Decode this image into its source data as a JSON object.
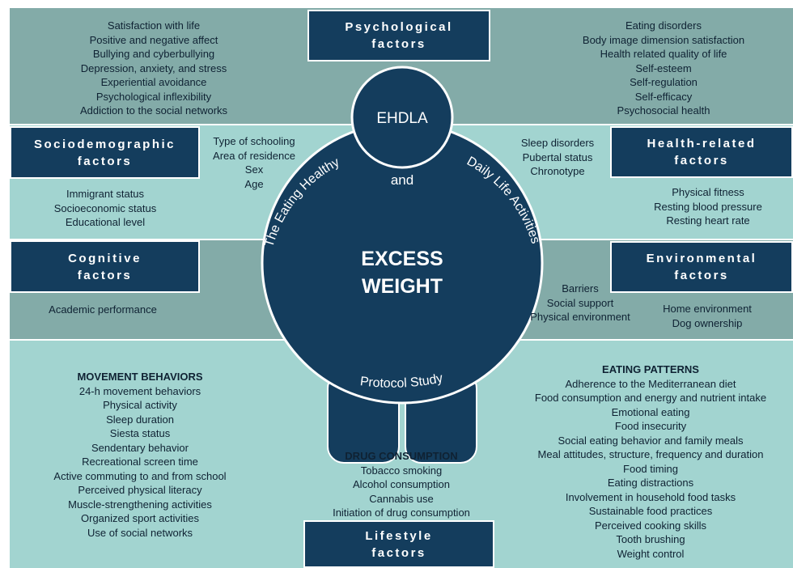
{
  "colors": {
    "navy": "#143d5d",
    "band_dark": "#83aba8",
    "band_light": "#a2d4d0",
    "text": "#0f2233"
  },
  "figure": {
    "head_label": "EHDLA",
    "center_line1": "EXCESS",
    "center_line2": "WEIGHT",
    "and": "and",
    "arc_left": "The Eating Healthy",
    "arc_right": "Daily Life Activities",
    "arc_bottom": "Protocol Study"
  },
  "boxes": {
    "psychological": [
      "Psychological",
      "factors"
    ],
    "sociodemographic": [
      "Sociodemographic",
      "factors"
    ],
    "health": [
      "Health-related",
      "factors"
    ],
    "cognitive": [
      "Cognitive",
      "factors"
    ],
    "environmental": [
      "Environmental",
      "factors"
    ],
    "lifestyle": [
      "Lifestyle",
      "factors"
    ]
  },
  "lists": {
    "psych_left": [
      "Satisfaction with life",
      "Positive and negative affect",
      "Bullying and cyberbullying",
      "Depression, anxiety, and stress",
      "Experiential avoidance",
      "Psychological inflexibility",
      "Addiction to the social networks"
    ],
    "psych_right": [
      "Eating disorders",
      "Body image dimension satisfaction",
      "Health related quality of life",
      "Self-esteem",
      "Self-regulation",
      "Self-efficacy",
      "Psychosocial health"
    ],
    "socio_inner": [
      "Type of schooling",
      "Area of residence",
      "Sex",
      "Age"
    ],
    "socio_outer": [
      "Immigrant status",
      "Socioeconomic status",
      "Educational level"
    ],
    "health_inner": [
      "Sleep disorders",
      "Pubertal status",
      "Chronotype"
    ],
    "health_outer": [
      "Physical fitness",
      "Resting blood pressure",
      "Resting heart rate"
    ],
    "cognitive": [
      "Academic performance"
    ],
    "env_inner": [
      "Barriers",
      "Social support",
      "Physical environment"
    ],
    "env_outer": [
      "Home environment",
      "Dog ownership"
    ],
    "movement_header": "MOVEMENT BEHAVIORS",
    "movement": [
      "24-h movement behaviors",
      "Physical activity",
      "Sleep duration",
      "Siesta status",
      "Sendentary behavior",
      "Recreational screen time",
      "Active commuting to and from school",
      "Perceived physical literacy",
      "Muscle-strengthening activities",
      "Organized sport activities",
      "Use of social networks"
    ],
    "drug_header": "DRUG CONSUMPTION",
    "drug": [
      "Tobacco smoking",
      "Alcohol consumption",
      "Cannabis use",
      "Initiation of drug consumption"
    ],
    "eating_header": "EATING PATTERNS",
    "eating": [
      "Adherence to the Mediterranean diet",
      "Food consumption and energy and nutrient intake",
      "Emotional eating",
      "Food insecurity",
      "Social eating behavior and family meals",
      "Meal attitudes, structure, frequency and duration",
      "Food timing",
      "Eating distractions",
      "Involvement in household food tasks",
      "Sustainable food practices",
      "Perceived cooking skills",
      "Tooth brushing",
      "Weight control"
    ]
  }
}
